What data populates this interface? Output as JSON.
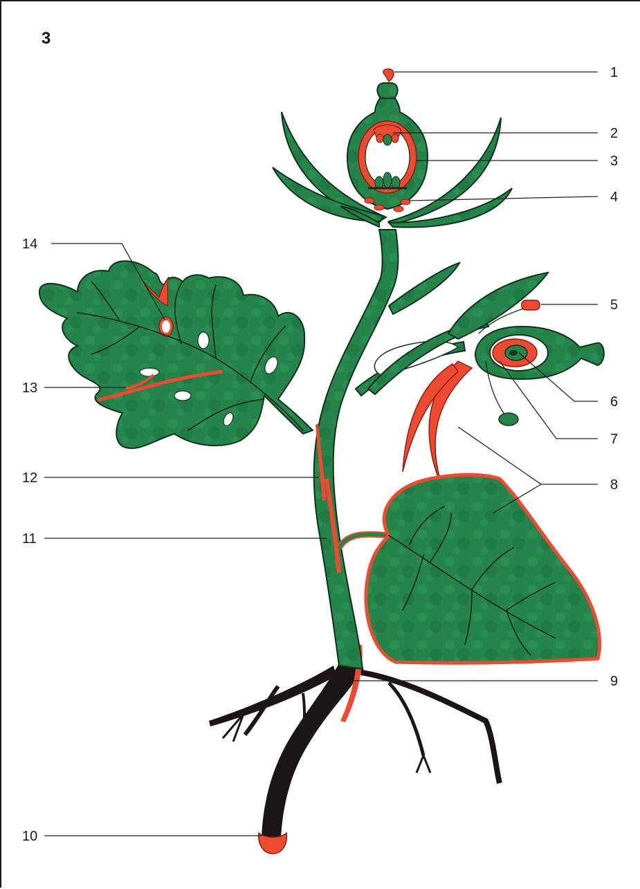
{
  "figure_number": "3",
  "labels": [
    "1",
    "2",
    "3",
    "4",
    "5",
    "6",
    "7",
    "8",
    "9",
    "10",
    "11",
    "12",
    "13",
    "14"
  ],
  "colors": {
    "plant_green": "#24844a",
    "plant_dark": "#176335",
    "highlight_red": "#ec4a31",
    "root_black": "#1b1515",
    "leader_line": "#222222"
  }
}
